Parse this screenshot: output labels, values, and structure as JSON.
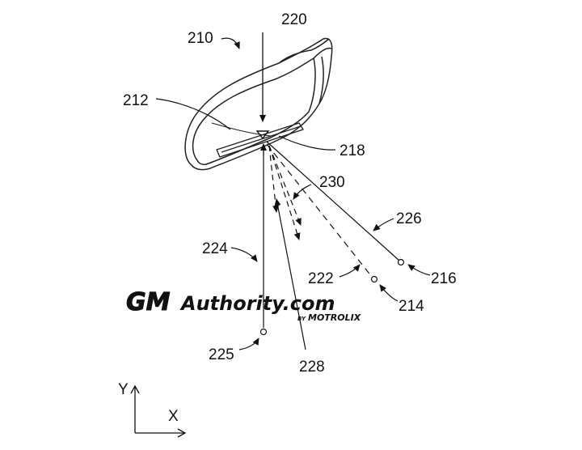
{
  "figure": {
    "labels": {
      "mirror": "210",
      "reflective_surface": "212",
      "light_source_a": "214",
      "light_source_b": "216",
      "sensor_strip": "218",
      "reference_point": "220",
      "beam_222": "222",
      "beam_224": "224",
      "point_225": "225",
      "beam_226": "226",
      "beam_228": "228",
      "beam_230": "230"
    },
    "axes": {
      "y": "Y",
      "x": "X"
    }
  },
  "watermark": {
    "brand_gm": "GM",
    "brand_rest": "Authority.com",
    "by": "BY",
    "partner": "MOTROLIX"
  }
}
